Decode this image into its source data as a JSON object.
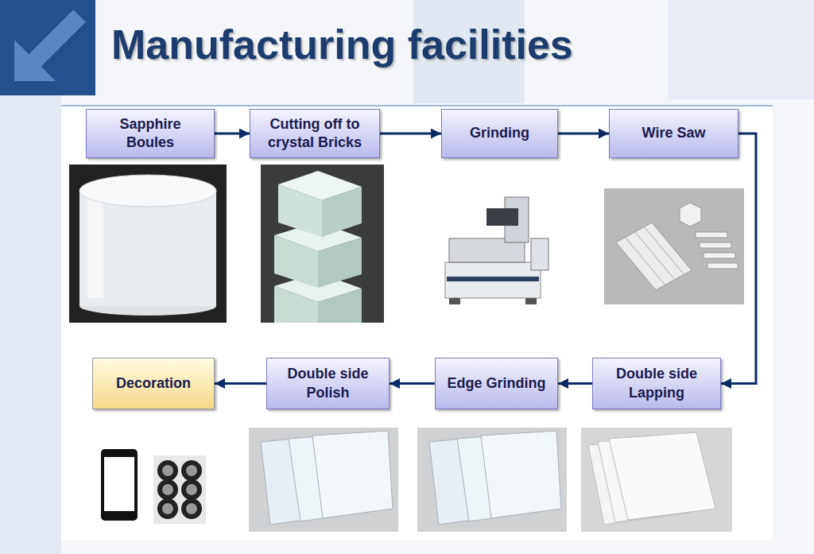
{
  "diagram": {
    "title": "Manufacturing facilities",
    "nodes": [
      {
        "text": [
          "Sapphire Boules"
        ]
      },
      {
        "text": [
          "Cutting off to crystal Bricks"
        ]
      },
      {
        "text": [
          "Grinding"
        ]
      },
      {
        "text": [
          "Wire Saw"
        ]
      },
      {
        "text": [
          "Double side Lapping"
        ]
      },
      {
        "text": [
          "Edge Grinding"
        ]
      },
      {
        "text": [
          "Double side Polish"
        ]
      },
      {
        "text": [
          "Decoration"
        ]
      }
    ],
    "edges": [
      {
        "from": 0,
        "to": 1,
        "arrow": "to"
      },
      {
        "from": 1,
        "to": 2,
        "arrow": "to"
      },
      {
        "from": 2,
        "to": 3,
        "arrow": "to"
      },
      {
        "from": 3,
        "to": 4,
        "arrow": "to"
      },
      {
        "from": 4,
        "to": 5,
        "arrow": "to"
      },
      {
        "from": 5,
        "to": 6,
        "arrow": "to"
      },
      {
        "from": 6,
        "to": 7,
        "arrow": "to"
      }
    ]
  }
}
